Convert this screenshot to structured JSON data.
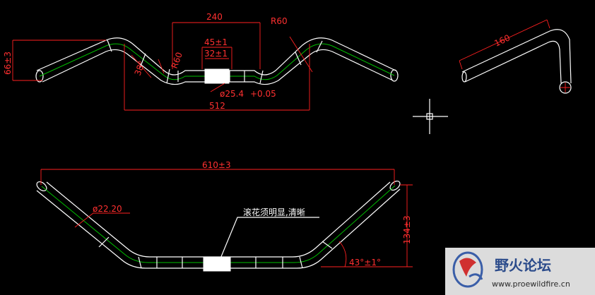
{
  "colors": {
    "background": "#000000",
    "outline": "#ffffff",
    "centerline": "#00c000",
    "dimension": "#ff3030"
  },
  "top_view": {
    "dim_width_inner": "240",
    "dim_radius": "R60",
    "dim_knurl_outer": "45±1",
    "dim_knurl_inner": "32±1",
    "dim_rise": "66±3",
    "dim_angle": "38°",
    "dim_bend_radius": "R60",
    "dim_clamp_dia": "ø25.4",
    "dim_clamp_tol": "+0.05",
    "dim_overall": "512"
  },
  "side_view": {
    "dim_length": "160"
  },
  "front_view": {
    "dim_width": "610±3",
    "dim_tube_dia": "ø22.20",
    "note_knurl": "滚花须明显,清晰",
    "dim_height": "134±3",
    "dim_angle": "43°±1°"
  },
  "watermark": {
    "cn": "野火论坛",
    "url": "www.proewildfire.cn"
  }
}
